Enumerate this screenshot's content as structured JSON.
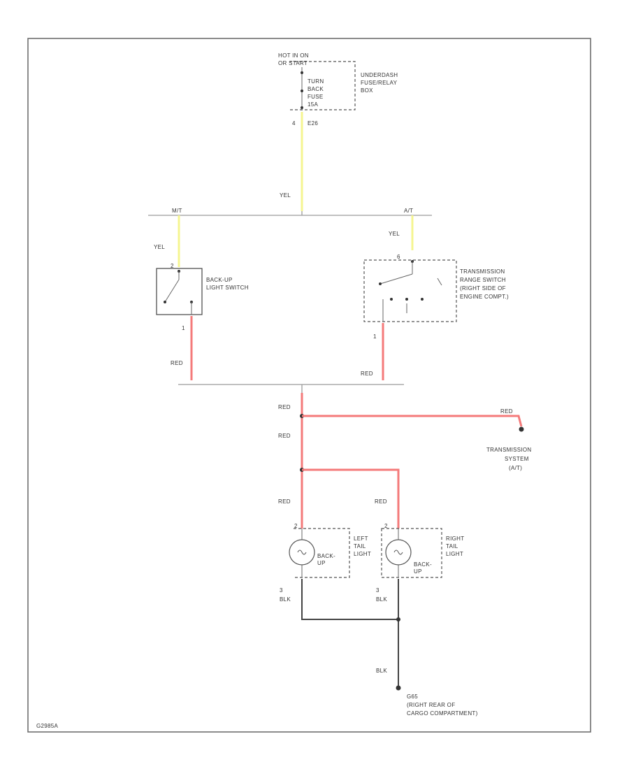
{
  "power": {
    "source_line1": "HOT IN ON",
    "source_line2": "OR START",
    "fuse_line1": "TURN",
    "fuse_line2": "BACK",
    "fuse_line3": "FUSE",
    "fuse_line4": "15A",
    "box_line1": "UNDERDASH",
    "box_line2": "FUSE/RELAY",
    "box_line3": "BOX",
    "pin": "4",
    "connector": "E26"
  },
  "wires": {
    "yel_main": "YEL",
    "yel_mt": "YEL",
    "yel_at": "YEL",
    "red_mt": "RED",
    "red_at": "RED",
    "red_main": "RED",
    "red_branch": "RED",
    "red_main2": "RED",
    "red_left": "RED",
    "red_right": "RED",
    "blk_left": "BLK",
    "blk_right": "BLK",
    "blk_ground": "BLK"
  },
  "bus": {
    "mt_label": "M/T",
    "at_label": "A/T"
  },
  "backup_switch": {
    "line1": "BACK-UP",
    "line2": "LIGHT SWITCH",
    "pin_top": "2",
    "pin_bottom": "1"
  },
  "trans_switch": {
    "line1": "TRANSMISSION",
    "line2": "RANGE SWITCH",
    "line3": "(RIGHT SIDE OF",
    "line4": "ENGINE COMPT.)",
    "pin_top": "6",
    "pin_bottom": "1"
  },
  "trans_system": {
    "line1": "TRANSMISSION",
    "line2": "SYSTEM",
    "line3": "(A/T)"
  },
  "left_light": {
    "line1": "LEFT",
    "line2": "TAIL",
    "line3": "LIGHT",
    "bulb1": "BACK-",
    "bulb2": "UP",
    "pin_top": "2",
    "pin_bottom": "3"
  },
  "right_light": {
    "line1": "RIGHT",
    "line2": "TAIL",
    "line3": "LIGHT",
    "bulb1": "BACK-",
    "bulb2": "UP",
    "pin_top": "2",
    "pin_bottom": "3"
  },
  "ground": {
    "id": "G65",
    "line1": "(RIGHT REAR OF",
    "line2": "CARGO COMPARTMENT)"
  },
  "footer_id": "G2985A",
  "colors": {
    "yellow_wire": "#f5f590",
    "red_wire": "#f47a7a",
    "black_wire": "#444444"
  }
}
